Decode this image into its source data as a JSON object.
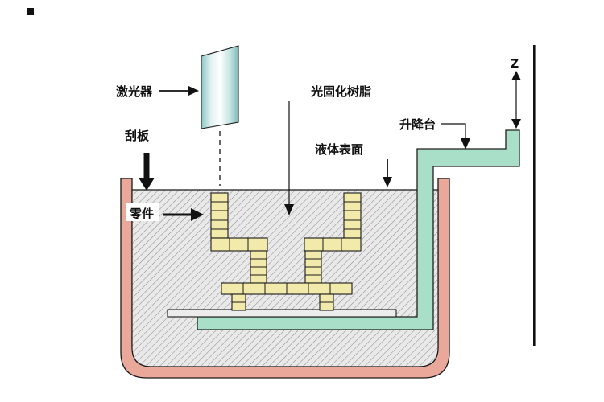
{
  "labels": {
    "laser": "激光器",
    "scraper": "刮板",
    "resin": "光固化树脂",
    "liquid_surface": "液体表面",
    "lift_platform": "升降台",
    "part": "零件",
    "z_axis": "Z"
  },
  "colors": {
    "tank_wall": "#e9a89a",
    "liquid_background": "#e9e9e9",
    "hatch_line": "#8f8f8f",
    "platform_green": "#a9dfc8",
    "part_yellow": "#f2eaaa",
    "laser_cyan": "#8ec7c5",
    "outline": "#1a1a1a"
  }
}
